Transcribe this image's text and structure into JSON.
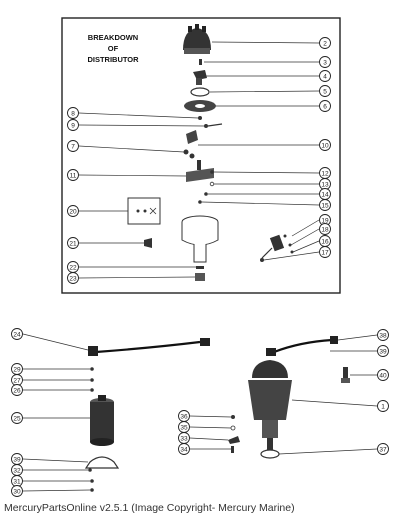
{
  "title": {
    "line1": "BREAKDOWN",
    "line2": "OF",
    "line3": "DISTRIBUTOR"
  },
  "callouts": {
    "c1": "1",
    "c2": "2",
    "c3": "3",
    "c4": "4",
    "c5": "5",
    "c6": "6",
    "c7": "7",
    "c8": "8",
    "c9": "9",
    "c10": "10",
    "c11": "11",
    "c12": "12",
    "c13": "13",
    "c14": "14",
    "c15": "15",
    "c16": "16",
    "c17": "17",
    "c18": "18",
    "c19": "19",
    "c20": "20",
    "c21": "21",
    "c22": "22",
    "c23": "23",
    "c24": "24",
    "c25": "25",
    "c26": "26",
    "c27": "27",
    "c28": "28",
    "c29": "29",
    "c30": "30",
    "c31": "31",
    "c32": "32",
    "c33": "33",
    "c34": "34",
    "c35": "35",
    "c36": "36",
    "c37": "37",
    "c38": "38",
    "c39": "39",
    "c40": "40"
  },
  "footer": {
    "text": "MercuryPartsOnline v2.5.1 (Image Copyright- Mercury Marine)"
  }
}
